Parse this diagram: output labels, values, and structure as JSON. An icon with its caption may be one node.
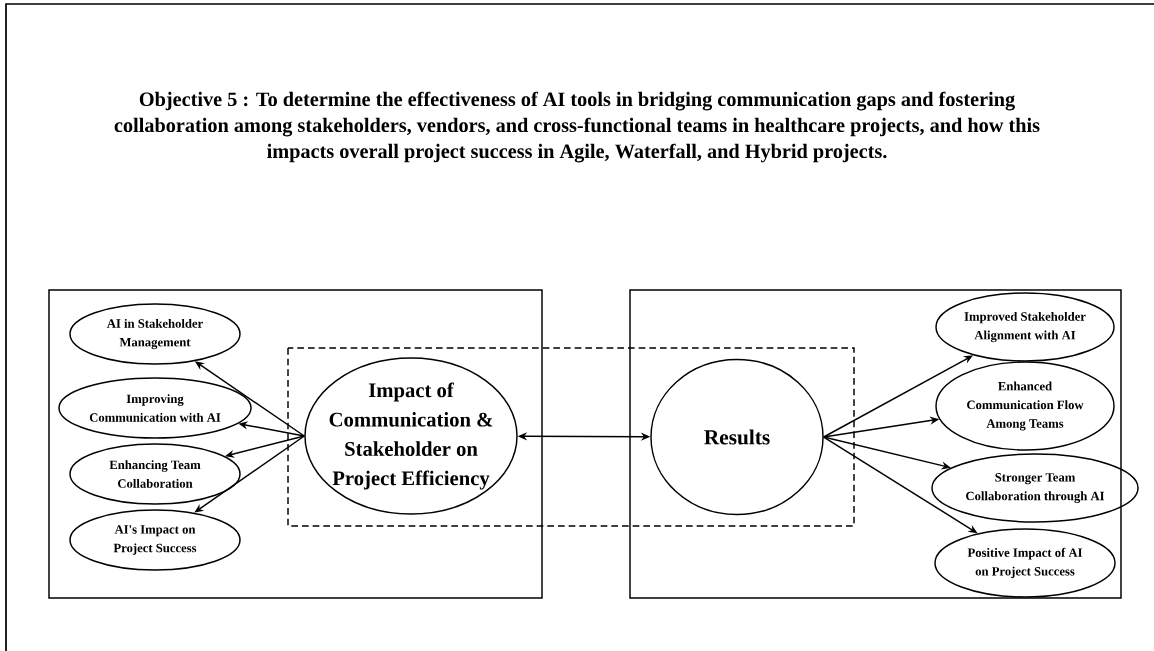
{
  "diagram": {
    "title": "Objective 5 : To determine the effectiveness of AI tools in bridging communication gaps and fostering collaboration among stakeholders, vendors, and cross-functional teams in healthcare projects, and how this impacts overall project success in Agile, Waterfall, and Hybrid projects.",
    "nodes": [
      {
        "text": [],
        "shape": "box"
      },
      {
        "text": [
          "AI in Stakeholder Management"
        ],
        "in": 0
      },
      {
        "text": [
          "Improving Communication with AI"
        ],
        "in": 0
      },
      {
        "text": [
          "Enhancing Team Collaboration"
        ],
        "in": 0
      },
      {
        "text": [
          "AI's Impact on Project Success"
        ],
        "in": 0
      },
      {
        "text": [
          "Impact of Communication & Stakeholder on Project Efficiency"
        ],
        "in": 0
      },
      {
        "text": [
          "Results"
        ],
        "in": 7
      },
      {
        "text": [],
        "shape": "box"
      },
      {
        "text": [
          "Improved Stakeholder Alignment with AI"
        ],
        "in": 7
      },
      {
        "text": [
          "Enhanced Communication Flow Among Teams"
        ],
        "in": 7
      },
      {
        "text": [
          "Stronger Team Collaboration through AI"
        ],
        "in": 7
      },
      {
        "text": [
          "Positive Impact of AI on Project Success"
        ],
        "in": 7
      }
    ],
    "edges": [
      {
        "from": 5,
        "to": 1,
        "arrow": "to"
      },
      {
        "from": 5,
        "to": 2,
        "arrow": "to"
      },
      {
        "from": 5,
        "to": 3,
        "arrow": "to"
      },
      {
        "from": 5,
        "to": 4,
        "arrow": "to"
      },
      {
        "from": 5,
        "to": 6,
        "arrow": "both"
      },
      {
        "from": 6,
        "to": 8,
        "arrow": "to"
      },
      {
        "from": 6,
        "to": 9,
        "arrow": "to"
      },
      {
        "from": 6,
        "to": 10,
        "arrow": "to"
      },
      {
        "from": 6,
        "to": 11,
        "arrow": "to"
      }
    ]
  }
}
